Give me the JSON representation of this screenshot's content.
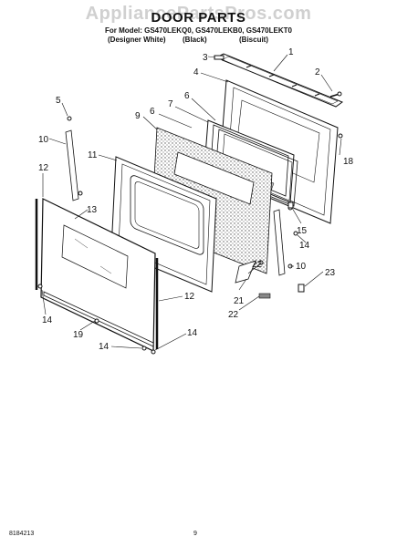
{
  "watermark": "AppliancePartsPros.com",
  "title": "DOOR PARTS",
  "models": "For Model: GS470LEKQ0, GS470LEKB0, GS470LEKT0",
  "variants": [
    "(Designer White)",
    "(Black)",
    "(Biscuit)"
  ],
  "callouts": [
    "1",
    "2",
    "3",
    "4",
    "5",
    "6",
    "6",
    "7",
    "9",
    "10",
    "11",
    "12",
    "13",
    "14",
    "14",
    "14",
    "14",
    "15",
    "10",
    "12",
    "18",
    "19",
    "21",
    "22",
    "22",
    "23"
  ],
  "footer": {
    "doc_number": "8184213",
    "page": "9"
  }
}
